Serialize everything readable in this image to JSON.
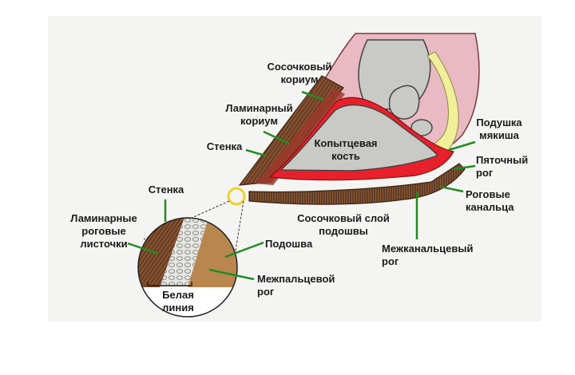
{
  "labels": {
    "papillary_corium": "Сосочковый\nкориум",
    "laminar_corium": "Ламинарный\nкориум",
    "wall_upper": "Стенка",
    "coffin_bone": "Копытцевая\nкость",
    "digital_cushion": "Подушка\nмякиша",
    "heel_horn": "Пяточный\nрог",
    "horn_tubules": "Роговые\nканальца",
    "papillary_sole_layer": "Сосочковый слой\nподошвы",
    "intertubular_horn": "Межканальцевый\nрог",
    "wall_lower": "Стенка",
    "horn_laminae": "Ламинарные\nроговые\nлисточки",
    "sole": "Подошва",
    "interdigital_horn": "Межпальцевой\nрог",
    "white_line": "Белая\nлиния"
  },
  "colors": {
    "background_panel": "#f4f4f2",
    "skin": "#e9b9c4",
    "bone": "#c9c9c6",
    "corium": "#e8202b",
    "horn_wall": "#7a4a2e",
    "sole_horn": "#8a5a3a",
    "cushion": "#f1ef9a",
    "leader": "#228b22",
    "zoom_ring": "#f2d12a"
  }
}
